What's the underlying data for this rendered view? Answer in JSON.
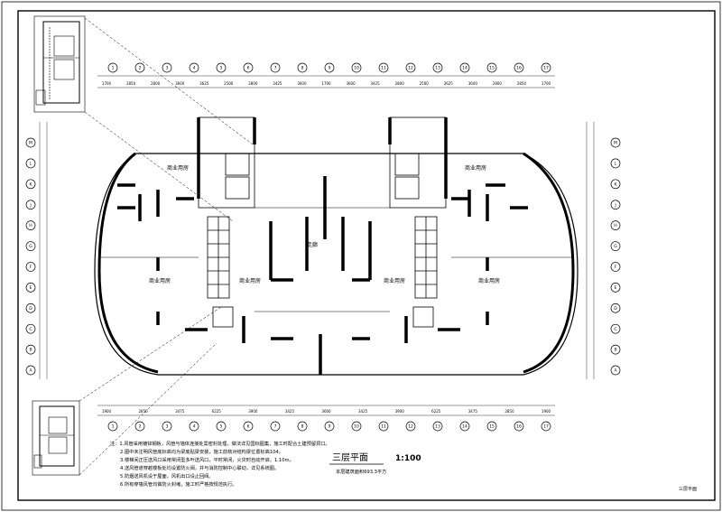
{
  "drawing": {
    "title": "三层平面",
    "scale": "1:100",
    "area_note": "本层建筑面积693.3平方",
    "sheet_label": "三层平面"
  },
  "notes": [
    "注：1.风管采用镀锌钢板，风管与墙体连接处需密封处理，做法详见国标图集，施工时配合土建预留洞口。",
    "2.图中未注明风管底标高均为梁底贴梁安装，施工前核对结构梁位置标高104。",
    "3.楼梯间正压送风口采用常闭型多叶送风口，平时常闭，火灾时自动开启，1.10m。",
    "4.送风管道穿越楼板处均设置防火阀，并与消防控制中心联动，详见系统图。",
    "5.防烟送风机设于屋面，风机出口设止回阀。",
    "6.所有穿墙风管均做防火封堵，施工时严格按规范执行。"
  ],
  "axes": {
    "top": [
      "1",
      "2",
      "3",
      "4",
      "5",
      "6",
      "7",
      "8",
      "9",
      "10",
      "11",
      "12",
      "13",
      "14",
      "15",
      "16",
      "17"
    ],
    "bottom": [
      "1",
      "2",
      "3",
      "4",
      "5",
      "6",
      "7",
      "8",
      "9",
      "10",
      "11",
      "12",
      "13",
      "14",
      "15",
      "16",
      "17"
    ],
    "left": [
      "M",
      "L",
      "K",
      "J",
      "H",
      "G",
      "F",
      "E",
      "D",
      "C",
      "B",
      "A"
    ],
    "right": [
      "M",
      "L",
      "K",
      "J",
      "H",
      "G",
      "F",
      "E",
      "D",
      "C",
      "B",
      "A"
    ]
  },
  "dimensions": {
    "top": [
      "1700",
      "2850",
      "2800",
      "3600",
      "3625",
      "2500",
      "2800",
      "3425",
      "3600",
      "1700",
      "3600",
      "3425",
      "2800",
      "2500",
      "3625",
      "3600",
      "2800",
      "2850",
      "1700"
    ],
    "bottom": [
      "1900",
      "2850",
      "3475",
      "6225",
      "3900",
      "3425",
      "3600",
      "3425",
      "3900",
      "6225",
      "3475",
      "2850",
      "1900"
    ]
  }
}
